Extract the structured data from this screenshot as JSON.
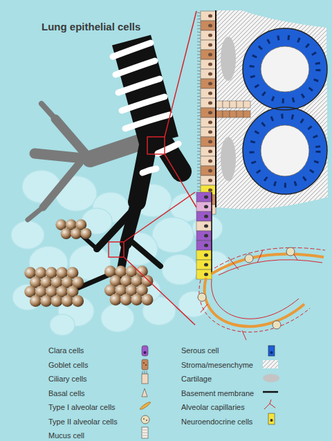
{
  "diagram": {
    "title": "Lung epithelial cells",
    "legend": [
      {
        "text": "Clara cells"
      },
      {
        "text": "Goblet cells"
      },
      {
        "text": "Ciliary cells"
      },
      {
        "text": "Basal cells"
      },
      {
        "text": "Type I alveolar cells"
      },
      {
        "text": "Type II alveolar cells"
      },
      {
        "text": "Mucus cell"
      },
      {
        "text": "Serous cell"
      },
      {
        "text": "Stroma/mesenchyme"
      },
      {
        "text": "Cartilage"
      },
      {
        "text": "Basement membrane"
      },
      {
        "text": "Alveolar capillaries"
      },
      {
        "text": "Neuroendocrine cells"
      }
    ]
  }
}
